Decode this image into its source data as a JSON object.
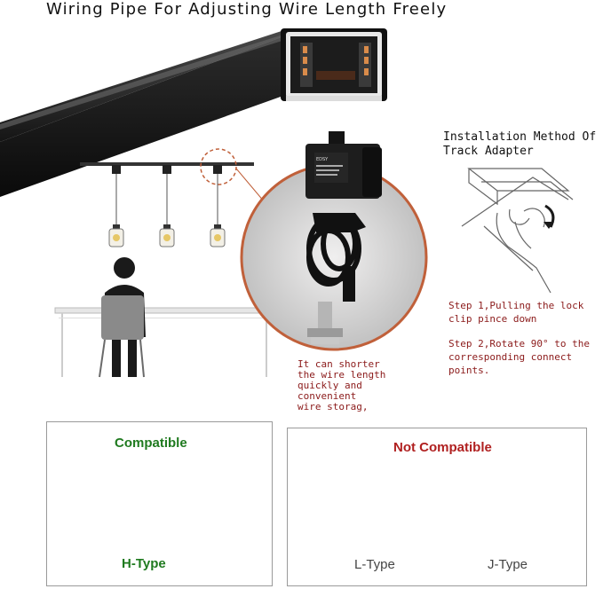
{
  "title": "Wiring Pipe For Adjusting Wire Length Freely",
  "installation": {
    "title_line1": "Installation Method Of",
    "title_line2": "Track Adapter",
    "step1": "Step 1,Pulling the lock clip pince down",
    "step2": "Step 2,Rotate 90° to the corresponding connect points."
  },
  "note": {
    "line1": "It can shorter",
    "line2": "the wire length",
    "line3": "quickly and",
    "line4": "convenient",
    "line5": "wire storag,"
  },
  "compatibility": {
    "compatible_label": "Compatible",
    "not_compatible_label": "Not Compatible",
    "h_type": "H-Type",
    "l_type": "L-Type",
    "j_type": "J-Type"
  },
  "adapter": {
    "brand": "EDSY"
  },
  "colors": {
    "compatible": "#1f7a1f",
    "not_compatible": "#b02020",
    "annotation": "#8b1a1a",
    "track": "#1a1a1a",
    "circle_border": "#c0603a"
  },
  "icons": {
    "check": "check-icon",
    "cross": "cross-icon"
  }
}
